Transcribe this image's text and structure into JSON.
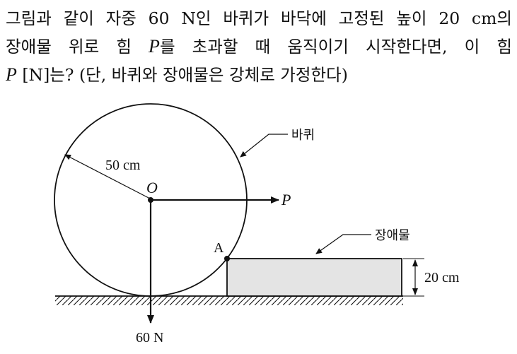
{
  "problem": {
    "line1": "그림과 같이 자중 60 N인 바퀴가 바닥에 고정된 높이 20 cm의",
    "line2_a": "장애물 위로 힘 ",
    "line2_var": "P",
    "line2_b": "를 초과할 때 움직이기 시작한다면, 이 힘",
    "line3_var": "P",
    "line3_b": " [N]는? (단, 바퀴와 장애물은 강체로 가정한다)"
  },
  "figure": {
    "wheel_label": "바퀴",
    "obstacle_label": "장애물",
    "radius_label": "50 cm",
    "center_label": "O",
    "force_label": "P",
    "contact_label": "A",
    "height_label": "20 cm",
    "weight_label": "60 N"
  },
  "colors": {
    "line": "#111111",
    "obstacle_fill": "#e4e4e4"
  }
}
